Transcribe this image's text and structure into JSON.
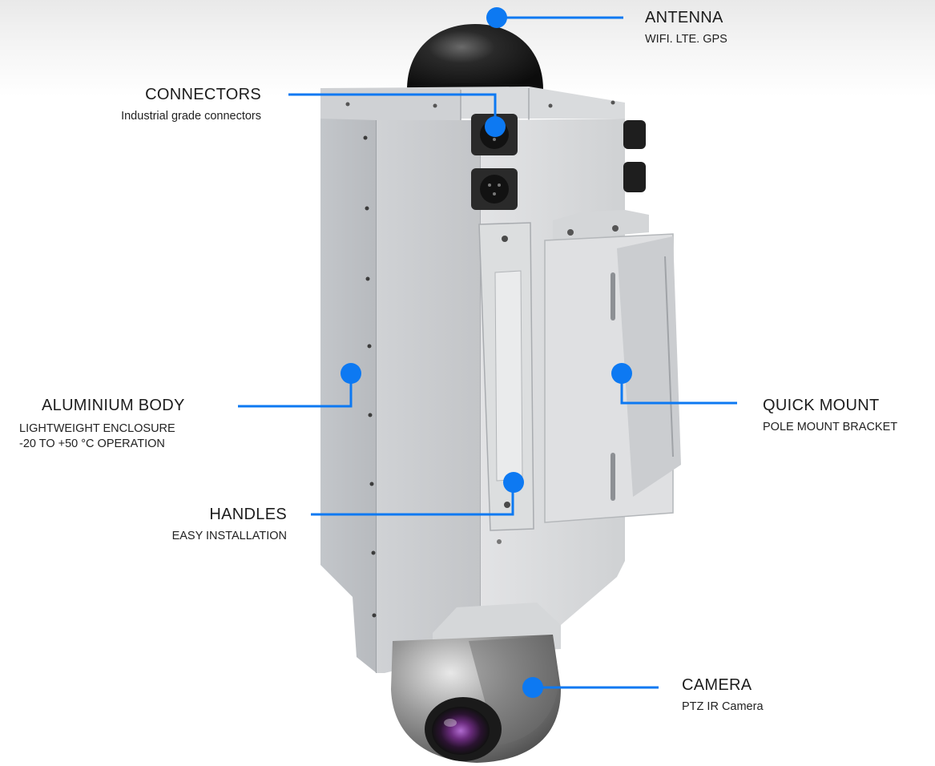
{
  "callouts": {
    "antenna": {
      "title": "ANTENNA",
      "subtitle": "WIFI. LTE. GPS"
    },
    "connectors": {
      "title": "CONNECTORS",
      "subtitle": "Industrial grade connectors"
    },
    "body": {
      "title": "ALUMINIUM BODY",
      "subtitle_line1": "LIGHTWEIGHT ENCLOSURE",
      "subtitle_line2": "-20 TO +50 °C OPERATION"
    },
    "mount": {
      "title": "QUICK MOUNT",
      "subtitle": "POLE MOUNT BRACKET"
    },
    "handles": {
      "title": "HANDLES",
      "subtitle": "EASY INSTALLATION"
    },
    "camera": {
      "title": "CAMERA",
      "subtitle": "PTZ IR Camera"
    }
  },
  "colors": {
    "accent": "#0d79f2",
    "enclosure": "#c9cbce",
    "enclosure_side": "#dcdee0",
    "dome": "#1b1b1b"
  }
}
